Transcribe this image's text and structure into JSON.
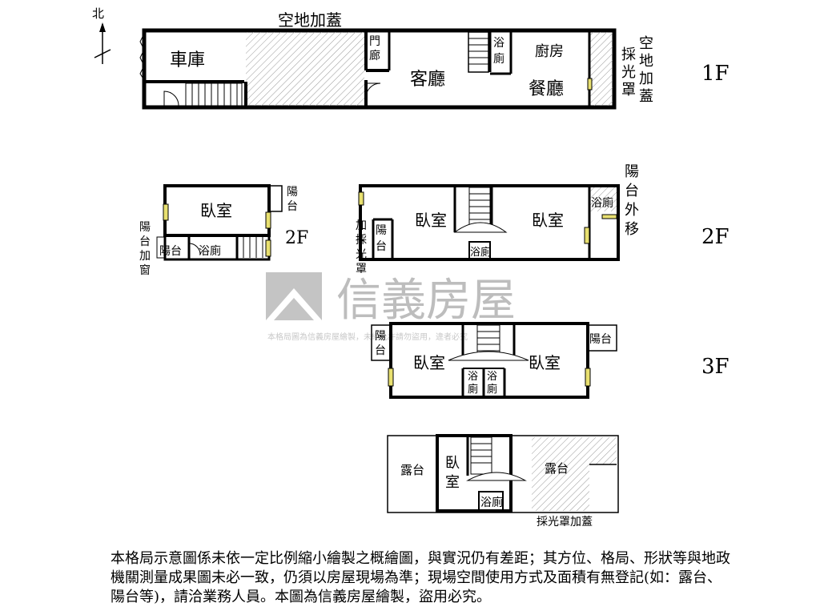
{
  "compass": {
    "north": "北"
  },
  "floor1": {
    "label": "1F",
    "top_label": "空地加蓋",
    "garage": "車庫",
    "porch": "門廊",
    "living_room": "客廳",
    "bath": "浴廁",
    "kitchen": "廚房",
    "dining_room": "餐廳",
    "skylight": "採光罩",
    "side_label": "空地加蓋"
  },
  "floor2": {
    "label": "2F",
    "bedroom": "臥室",
    "balcony": "陽台",
    "balcony_window": "陽台加窗",
    "bath": "浴廁",
    "skylight_label": "加採光罩",
    "balcony_moved": "陽台外移"
  },
  "floor3": {
    "label": "3F",
    "balcony": "陽台",
    "bedroom": "臥室",
    "bath": "浴廁"
  },
  "floor4": {
    "terrace": "露台",
    "bedroom": "臥室",
    "bath": "浴廁",
    "skylight_added": "採光罩加蓋"
  },
  "watermark": {
    "brand": "信義房屋",
    "notice": "本格局圖為信義房屋繪製，未經允許請勿盜用，違者必究"
  },
  "disclaimer": "本格局示意圖係未依一定比例縮小繪製之概繪圖，與實況仍有差距；其方位、格局、形狀等與地政機關測量成果圖未必一致，仍須以房屋現場為準；現場空間使用方式及面積有無登記(如：露台、陽台等)，請洽業務人員。本圖為信義房屋繪製，盜用必究。"
}
